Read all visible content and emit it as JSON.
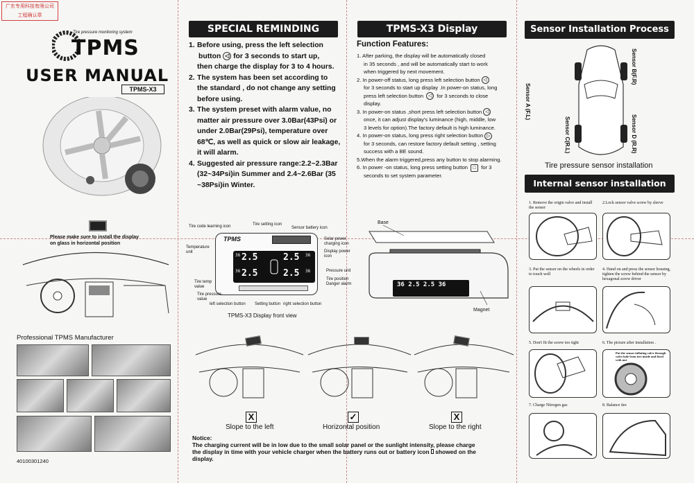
{
  "stamp": {
    "line1": "广东专用科技有限公司",
    "line2": "工程确认章"
  },
  "cover": {
    "logo_subtitle": "Tire pressure monitoring system",
    "logo_text": "TPMS",
    "title": "USER MANUAL",
    "model": "TPMS-X3",
    "install_note_line1": "Please make sure to install the display",
    "install_note_line2": "on glass in horizontal position",
    "manufacturer": "Professional TPMS Manufacturer",
    "code": "40100301240"
  },
  "special": {
    "header": "SPECIAL REMINDING",
    "items": [
      {
        "n": "1.",
        "lines": [
          "Before using, press the left selection",
          "button",
          "for 3 seconds to start up,",
          "then charge the display for 3 to 4 hours."
        ]
      },
      {
        "n": "2.",
        "lines": [
          "The system has been set according to",
          "the standard , do not change any setting",
          "before using."
        ]
      },
      {
        "n": "3.",
        "lines": [
          "The system preset with alarm value, no",
          "matter air pressure over 3.0Bar(43Psi) or",
          "under 2.0Bar(29Psi), temperature over",
          "68℃, as well as quick or slow air leakage,",
          "it will alarm."
        ]
      },
      {
        "n": "4.",
        "lines": [
          "Suggested air pressure range:2.2~2.3Bar",
          "(32~34Psi)in Summer and 2.4~2.6Bar (35",
          "~38Psi)in Winter."
        ]
      }
    ]
  },
  "display": {
    "header": "TPMS-X3 Display",
    "features_title": "Function Features:",
    "features": [
      {
        "n": "1.",
        "lines": [
          "After parking, the display will be automatically closed",
          "in 35 seconds , and will be automatically start to work",
          "when triggered by next movement."
        ]
      },
      {
        "n": "2.",
        "lines": [
          "In power-off status, long press left selection button",
          "for 3 seconds to start up display .In power-on status, long",
          "press left selection button",
          "for 3 seconds to close",
          "display."
        ]
      },
      {
        "n": "3.",
        "lines": [
          "In power-on status ,short press left selection button",
          "once, it can adjust display's luminance (high, middle, low",
          "3 levels for option).The factory default is high luminance."
        ]
      },
      {
        "n": "4.",
        "lines": [
          "In power-on status, long press right selection button",
          "for 3 seconds, can restore factory default setting , setting",
          "success with a BE sound."
        ]
      },
      {
        "n": "5.",
        "lines": [
          "When the alarm triggered,press any button to stop alarming."
        ]
      },
      {
        "n": "6.",
        "lines": [
          "In power -on status, long press setting button",
          "for 3",
          "seconds to set system parameter."
        ]
      }
    ],
    "labels": {
      "tire_code_icon": "Tire code learning icon",
      "setting_icon": "Tire setting icon",
      "battery_icon": "Sensor battery icon",
      "solar_icon": "Solar power charging icon",
      "display_power_icon": "Display power icon",
      "temp_unit": "Temperature unit",
      "pressure_unit": "Pressure unit",
      "tire_position": "Tire position",
      "danger_alarm": "Danger alarm",
      "temp_value": "Tire temp value",
      "pressure_value": "Tire pressure value",
      "left_button": "left selection button",
      "setting_button": "Setting button",
      "right_button": "right selection button",
      "base": "Base",
      "magnet": "Magnet",
      "front_view": "TPMS-X3 Display front view",
      "brand": "TPMS"
    },
    "lcd": {
      "t1": "36",
      "t2": "36",
      "t3": "36",
      "t4": "36",
      "p1": "2.5",
      "p2": "2.5",
      "p3": "2.5",
      "p4": "2.5"
    },
    "slopes": [
      {
        "mark": "X",
        "label": "Slope to the left"
      },
      {
        "mark": "✓",
        "label": "Horizontal position"
      },
      {
        "mark": "X",
        "label": "Slope to the right"
      }
    ],
    "notice_title": "Notice:",
    "notice_lines": [
      "The charging current will be in low due to the small solar panel or the sunlight intensity, please charge",
      "the display in time with your vehicle charger when the battery runs out or battery icon",
      "showed on the",
      "display."
    ]
  },
  "sensor": {
    "header": "Sensor Installation Process",
    "sensor_a": "Sensor A  (F.L)",
    "sensor_b": "Sensor B(F.R)",
    "sensor_c": "Sensor C(R.L)",
    "sensor_d": "Sensor D (R.R)",
    "tire_caption": "Tire pressure sensor installation",
    "internal_header": "Internal sensor installation",
    "steps": [
      "1. Remove the origin valve and install the sensor",
      "2.Lock sensor valve screw by sleeve",
      "3. Put the sensor on the wheels in order to touch well",
      "4. Hand on and press the sensor housing, tighten the screw behind the sensor by hexagonal screw driver",
      "5. Don't fit the screw too tight",
      "6. The picture after installation .",
      "7. Charge Nitrogen gas",
      "8. Balance tire"
    ],
    "note6": "Put the sensor inflating valve through valve hole from tire inside and fixed with nut"
  }
}
